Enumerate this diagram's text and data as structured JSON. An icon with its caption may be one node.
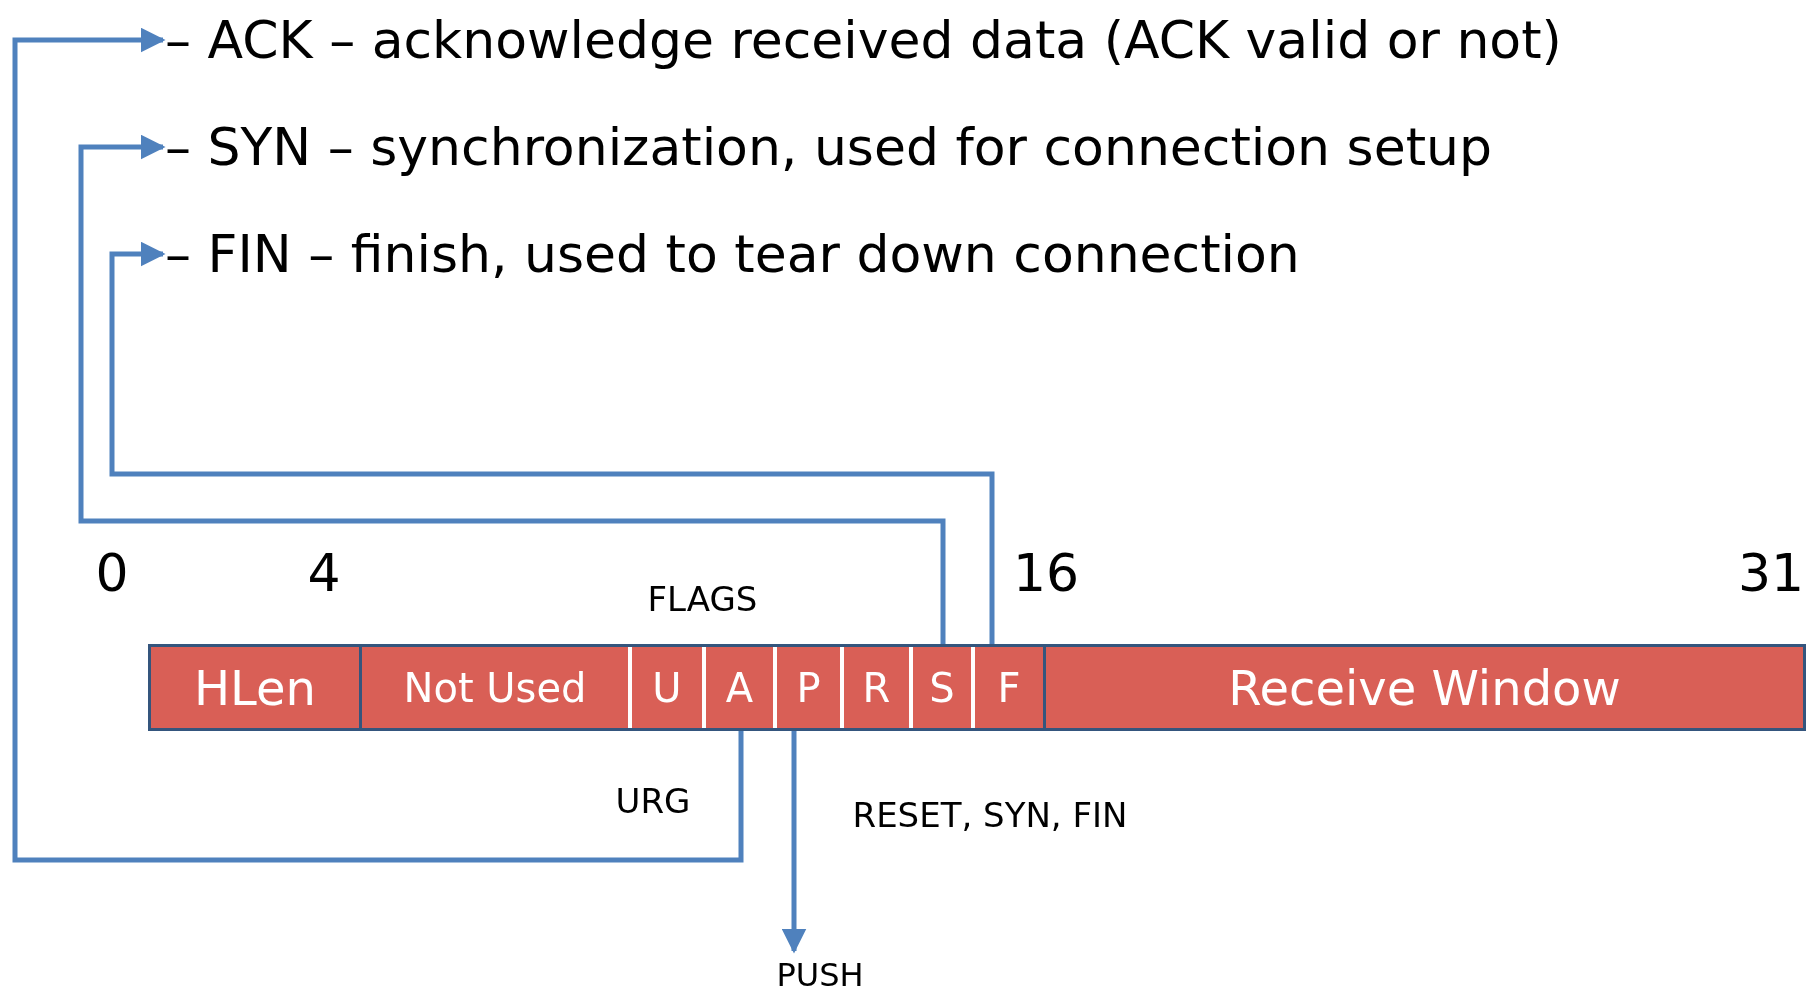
{
  "diagram": {
    "nodes": [
      {
        "text": [
          "– ACK – acknowledge received data (ACK valid or not)"
        ]
      },
      {
        "text": [
          "– SYN – synchronization, used for connection setup"
        ]
      },
      {
        "text": [
          "– FIN – finish, used to tear down connection"
        ]
      },
      {
        "text": [
          "HLen"
        ]
      },
      {
        "text": [
          "FLAGS"
        ]
      },
      {
        "text": [
          "Not Used"
        ],
        "in": 4
      },
      {
        "text": [
          "U"
        ],
        "in": 4
      },
      {
        "text": [
          "A"
        ],
        "in": 4
      },
      {
        "text": [
          "P"
        ],
        "in": 4
      },
      {
        "text": [
          "R"
        ],
        "in": 4
      },
      {
        "text": [
          "S"
        ],
        "in": 4
      },
      {
        "text": [
          "F"
        ],
        "in": 4
      },
      {
        "text": [
          "Receive Window"
        ]
      },
      {
        "text": [
          "PUSH"
        ]
      }
    ],
    "edges": [
      {
        "from": 7,
        "to": 0,
        "arrow": "to"
      },
      {
        "from": 10,
        "to": 1,
        "arrow": "to"
      },
      {
        "from": 11,
        "to": 2,
        "arrow": "to"
      },
      {
        "from": 8,
        "to": 13,
        "arrow": "to"
      }
    ],
    "labels": [
      "0",
      "4",
      "16",
      "31",
      "URG",
      "RESET, SYN, FIN"
    ]
  }
}
